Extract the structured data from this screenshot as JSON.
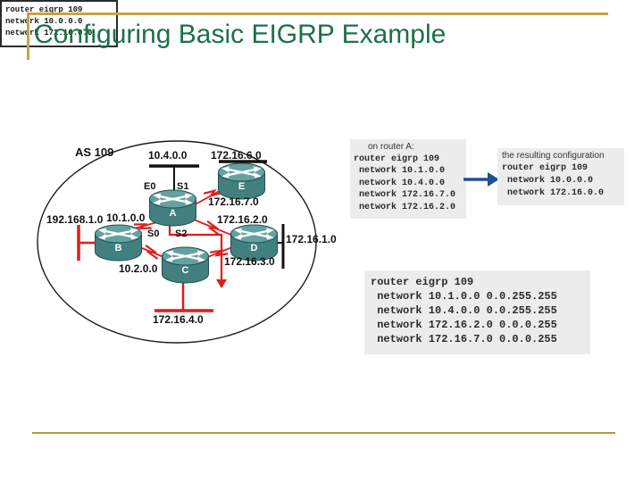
{
  "slide": {
    "title": "Configuring Basic EIGRP Example"
  },
  "colors": {
    "title_green": "#1C7148",
    "accent_gold": "#C5A44A",
    "router_teal": "#41807F",
    "link_red": "#E21B1B",
    "arrow_blue": "#1F4E96",
    "codebox_gray": "#ECECEC"
  },
  "diagram": {
    "as_label": "AS 109",
    "routers": [
      {
        "letter": "A"
      },
      {
        "letter": "B"
      },
      {
        "letter": "C"
      },
      {
        "letter": "D"
      },
      {
        "letter": "E"
      }
    ],
    "interfaces": {
      "e0": "E0",
      "s1": "S1",
      "s0": "S0",
      "s2": "S2"
    },
    "network_labels": {
      "net_10_4_0_0": "10.4.0.0",
      "net_172_16_6_0": "172.16.6.0",
      "net_172_16_7_0": "172.16.7.0",
      "net_10_1_0_0": "10.1.0.0",
      "net_192_168_1_0": "192.168.1.0",
      "net_172_16_2_0": "172.16.2.0",
      "net_172_16_1_0": "172.16.1.0",
      "net_10_2_0_0": "10.2.0.0",
      "net_172_16_3_0": "172.16.3.0",
      "net_172_16_4_0": "172.16.4.0"
    },
    "config_box": {
      "lines": [
        "router eigrp 109",
        "network 10.0.0.0",
        "network 172.16.0.0"
      ]
    }
  },
  "boxes": {
    "on_router_a": {
      "heading": "on router A:",
      "lines": [
        "router eigrp 109",
        " network 10.1.0.0",
        " network 10.4.0.0",
        " network 172.16.7.0",
        " network 172.16.2.0"
      ]
    },
    "resulting": {
      "heading": "the resulting configuration",
      "lines": [
        "router eigrp 109",
        " network 10.0.0.0",
        " network 172.16.0.0"
      ]
    },
    "wildcard": {
      "lines": [
        "router eigrp 109",
        " network 10.1.0.0 0.0.255.255",
        " network 10.4.0.0 0.0.255.255",
        " network 172.16.2.0 0.0.0.255",
        " network 172.16.7.0 0.0.0.255"
      ]
    }
  }
}
